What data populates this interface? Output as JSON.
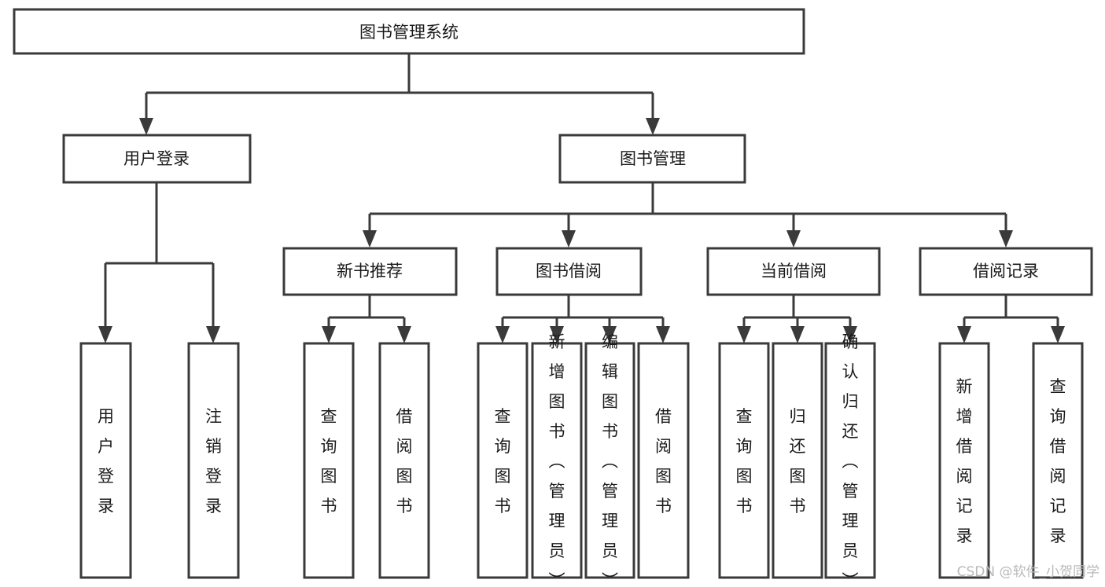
{
  "diagram": {
    "type": "tree-hierarchy",
    "title": "图书管理系统",
    "orientation": "top-down",
    "background_color": "#ffffff",
    "line_color": "#3a3a3a",
    "box_fill": "#ffffff",
    "text_color": "#1a1a1a",
    "nodes": {
      "root": {
        "label": "图书管理系统",
        "text_orientation": "horizontal"
      },
      "level2": [
        {
          "id": "user-login",
          "label": "用户登录",
          "text_orientation": "horizontal"
        },
        {
          "id": "book-manage",
          "label": "图书管理",
          "text_orientation": "horizontal"
        }
      ],
      "level3": [
        {
          "id": "new-book-recommend",
          "label": "新书推荐",
          "text_orientation": "horizontal"
        },
        {
          "id": "book-borrow",
          "label": "图书借阅",
          "text_orientation": "horizontal"
        },
        {
          "id": "current-borrow",
          "label": "当前借阅",
          "text_orientation": "horizontal"
        },
        {
          "id": "borrow-record",
          "label": "借阅记录",
          "text_orientation": "horizontal"
        }
      ],
      "leaves": [
        {
          "id": "leaf-user-login",
          "parent": "user-login",
          "label": "用户登录",
          "text_orientation": "vertical",
          "lines": [
            "用",
            "户",
            "登",
            "录"
          ]
        },
        {
          "id": "leaf-logout",
          "parent": "user-login",
          "label": "注销登录",
          "text_orientation": "vertical",
          "lines": [
            "注",
            "销",
            "登",
            "录"
          ]
        },
        {
          "id": "leaf-query-book-1",
          "parent": "new-book-recommend",
          "label": "查询图书",
          "text_orientation": "vertical",
          "lines": [
            "查",
            "询",
            "图",
            "书"
          ]
        },
        {
          "id": "leaf-borrow-book-1",
          "parent": "new-book-recommend",
          "label": "借阅图书",
          "text_orientation": "vertical",
          "lines": [
            "借",
            "阅",
            "图",
            "书"
          ]
        },
        {
          "id": "leaf-query-book-2",
          "parent": "book-borrow",
          "label": "查询图书",
          "text_orientation": "vertical",
          "lines": [
            "查",
            "询",
            "图",
            "书"
          ]
        },
        {
          "id": "leaf-add-book-admin",
          "parent": "book-borrow",
          "label": "新增图书（管理员）",
          "text_orientation": "vertical",
          "lines": [
            "新",
            "增",
            "图",
            "书",
            "（",
            "管",
            "理",
            "员",
            "）"
          ]
        },
        {
          "id": "leaf-edit-book-admin",
          "parent": "book-borrow",
          "label": "编辑图书（管理员）",
          "text_orientation": "vertical",
          "lines": [
            "编",
            "辑",
            "图",
            "书",
            "（",
            "管",
            "理",
            "员",
            "）"
          ]
        },
        {
          "id": "leaf-borrow-book-2",
          "parent": "book-borrow",
          "label": "借阅图书",
          "text_orientation": "vertical",
          "lines": [
            "借",
            "阅",
            "图",
            "书"
          ]
        },
        {
          "id": "leaf-query-book-3",
          "parent": "current-borrow",
          "label": "查询图书",
          "text_orientation": "vertical",
          "lines": [
            "查",
            "询",
            "图",
            "书"
          ]
        },
        {
          "id": "leaf-return-book",
          "parent": "current-borrow",
          "label": "归还图书",
          "text_orientation": "vertical",
          "lines": [
            "归",
            "还",
            "图",
            "书"
          ]
        },
        {
          "id": "leaf-confirm-return-admin",
          "parent": "current-borrow",
          "label": "确认归还（管理员）",
          "text_orientation": "vertical",
          "lines": [
            "确",
            "认",
            "归",
            "还",
            "（",
            "管",
            "理",
            "员",
            "）"
          ]
        },
        {
          "id": "leaf-add-borrow-record",
          "parent": "borrow-record",
          "label": "新增借阅记录",
          "text_orientation": "vertical",
          "lines": [
            "新",
            "增",
            "借",
            "阅",
            "记",
            "录"
          ]
        },
        {
          "id": "leaf-query-borrow-record",
          "parent": "borrow-record",
          "label": "查询借阅记录",
          "text_orientation": "vertical",
          "lines": [
            "查",
            "询",
            "借",
            "阅",
            "记",
            "录"
          ]
        }
      ]
    }
  },
  "watermark": {
    "text": "CSDN @软件_小贺同学",
    "color": "#b9b9b9"
  }
}
